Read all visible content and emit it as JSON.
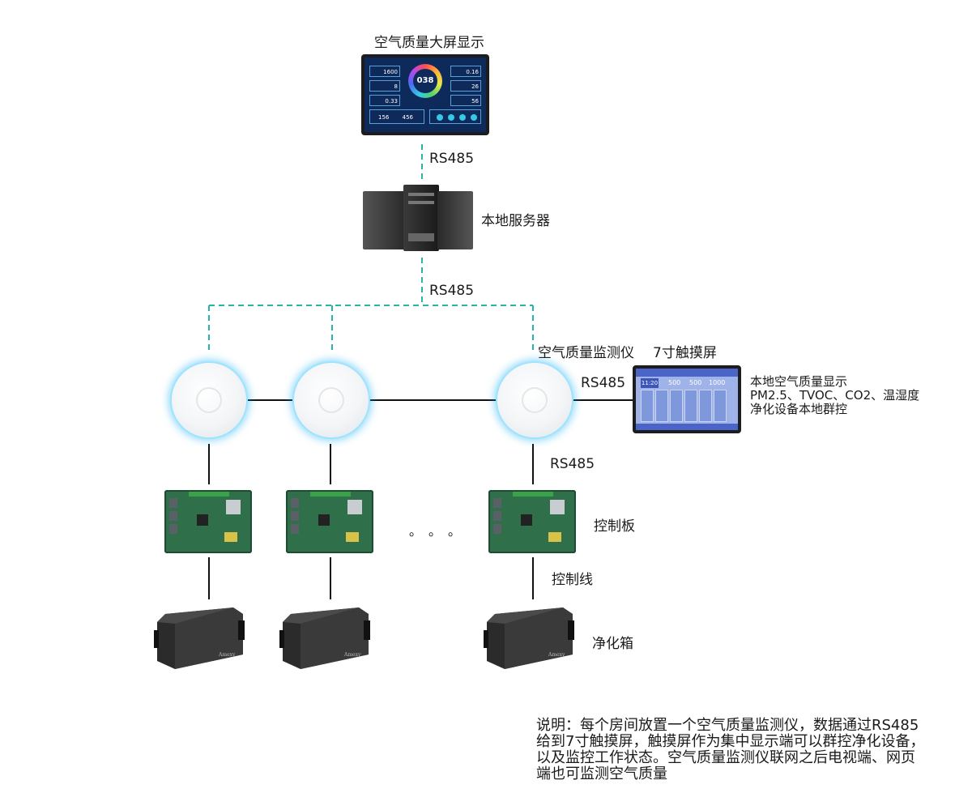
{
  "top_display": {
    "title": "空气质量大屏显示",
    "aqi": "038",
    "left_values": [
      "1600",
      "8",
      "0.33"
    ],
    "right_values": [
      "0.16",
      "26",
      "56"
    ],
    "bottom_values": [
      "156",
      "456"
    ]
  },
  "server": {
    "label": "本地服务器",
    "link_label": "RS485"
  },
  "bus": {
    "link_label": "RS485"
  },
  "monitor": {
    "label": "空气质量监测仪"
  },
  "touchscreen": {
    "title": "7寸触摸屏",
    "link_label": "RS485",
    "screen_time": "11:20",
    "screen_values": [
      "500",
      "500",
      "1000"
    ],
    "description_lines": [
      "本地空气质量显示",
      "PM2.5、TVOC、CO2、温湿度",
      "净化设备本地群控"
    ]
  },
  "control_board": {
    "link_label": "RS485",
    "label": "控制板",
    "ellipsis": "。。。"
  },
  "control_line": {
    "label": "控制线"
  },
  "purifier": {
    "label": "净化箱",
    "brand": "Amexy"
  },
  "note": {
    "text": "说明：每个房间放置一个空气质量监测仪，数据通过RS485给到7寸触摸屏，触摸屏作为集中显示端可以群控净化设备，以及监控工作状态。空气质量监测仪联网之后电视端、网页端也可监测空气质量"
  },
  "colors": {
    "rs485_dashed": "#2ab3a8",
    "wire": "#111111",
    "screen_bg": "#0e2a5a",
    "touch_bg": "#9fb3e8"
  }
}
